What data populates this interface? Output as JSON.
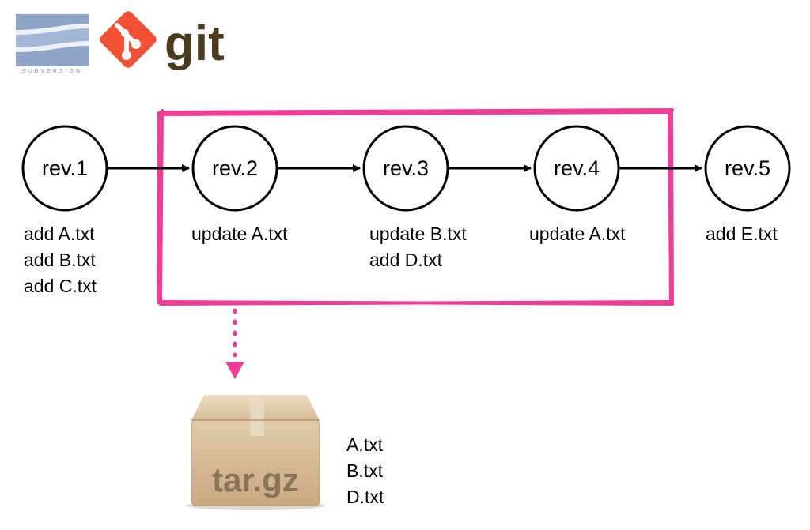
{
  "logos": {
    "svn_text": "SUBVERSION",
    "git_text": "git",
    "svn_color": "#8ea5c8",
    "git_color": "#f05033",
    "git_text_color": "#4a3b1f"
  },
  "revisions": [
    {
      "label": "rev.1",
      "changes": [
        "add A.txt",
        "add B.txt",
        "add C.txt"
      ]
    },
    {
      "label": "rev.2",
      "changes": [
        "update A.txt"
      ]
    },
    {
      "label": "rev.3",
      "changes": [
        "update B.txt",
        "add D.txt"
      ]
    },
    {
      "label": "rev.4",
      "changes": [
        "update A.txt"
      ]
    },
    {
      "label": "rev.5",
      "changes": [
        "add E.txt"
      ]
    }
  ],
  "archive": {
    "label": "tar.gz",
    "files": [
      "A.txt",
      "B.txt",
      "D.txt"
    ]
  },
  "colors": {
    "highlight": "#ee3d96",
    "arrow": "#000000",
    "box_light": "#e6d2b4",
    "box_dark": "#c4a27b"
  }
}
